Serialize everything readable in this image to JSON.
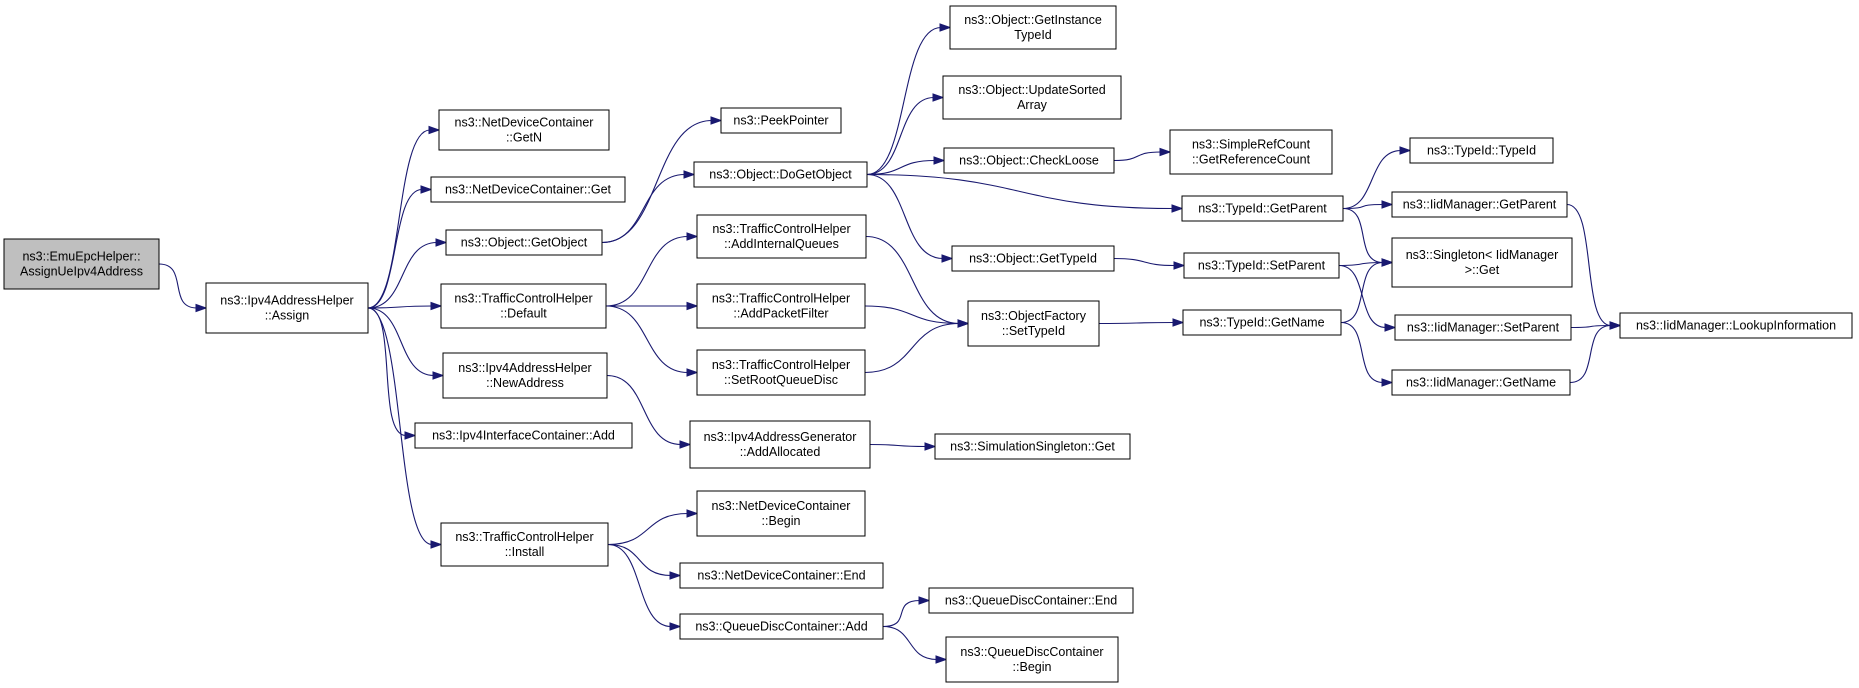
{
  "graph": {
    "colors": {
      "edge": "#191970",
      "node_fill": "#ffffff",
      "root_fill": "#bfbfbf",
      "border": "#000000"
    },
    "nodes": [
      {
        "id": "n0",
        "lines": [
          "ns3::EmuEpcHelper::",
          "AssignUeIpv4Address"
        ],
        "root": true
      },
      {
        "id": "n1",
        "lines": [
          "ns3::Ipv4AddressHelper",
          "::Assign"
        ]
      },
      {
        "id": "n2",
        "lines": [
          "ns3::NetDeviceContainer",
          "::GetN"
        ]
      },
      {
        "id": "n3",
        "lines": [
          "ns3::NetDeviceContainer::Get"
        ]
      },
      {
        "id": "n4",
        "lines": [
          "ns3::Object::GetObject"
        ]
      },
      {
        "id": "n5",
        "lines": [
          "ns3::TrafficControlHelper",
          "::Default"
        ]
      },
      {
        "id": "n6",
        "lines": [
          "ns3::Ipv4AddressHelper",
          "::NewAddress"
        ]
      },
      {
        "id": "n7",
        "lines": [
          "ns3::Ipv4InterfaceContainer::Add"
        ]
      },
      {
        "id": "n8",
        "lines": [
          "ns3::TrafficControlHelper",
          "::Install"
        ]
      },
      {
        "id": "n9",
        "lines": [
          "ns3::PeekPointer"
        ]
      },
      {
        "id": "n10",
        "lines": [
          "ns3::Object::DoGetObject"
        ]
      },
      {
        "id": "n11",
        "lines": [
          "ns3::TrafficControlHelper",
          "::AddInternalQueues"
        ]
      },
      {
        "id": "n12",
        "lines": [
          "ns3::TrafficControlHelper",
          "::AddPacketFilter"
        ]
      },
      {
        "id": "n13",
        "lines": [
          "ns3::TrafficControlHelper",
          "::SetRootQueueDisc"
        ]
      },
      {
        "id": "n14",
        "lines": [
          "ns3::Ipv4AddressGenerator",
          "::AddAllocated"
        ]
      },
      {
        "id": "n15",
        "lines": [
          "ns3::NetDeviceContainer",
          "::Begin"
        ]
      },
      {
        "id": "n16",
        "lines": [
          "ns3::NetDeviceContainer::End"
        ]
      },
      {
        "id": "n17",
        "lines": [
          "ns3::QueueDiscContainer::Add"
        ]
      },
      {
        "id": "n18",
        "lines": [
          "ns3::Object::GetInstance",
          "TypeId"
        ]
      },
      {
        "id": "n19",
        "lines": [
          "ns3::Object::UpdateSorted",
          "Array"
        ]
      },
      {
        "id": "n20",
        "lines": [
          "ns3::Object::CheckLoose"
        ]
      },
      {
        "id": "n21",
        "lines": [
          "ns3::Object::GetTypeId"
        ]
      },
      {
        "id": "n22",
        "lines": [
          "ns3::ObjectFactory",
          "::SetTypeId"
        ]
      },
      {
        "id": "n23",
        "lines": [
          "ns3::SimulationSingleton::Get"
        ]
      },
      {
        "id": "n24",
        "lines": [
          "ns3::QueueDiscContainer::End"
        ]
      },
      {
        "id": "n25",
        "lines": [
          "ns3::QueueDiscContainer",
          "::Begin"
        ]
      },
      {
        "id": "n26",
        "lines": [
          "ns3::SimpleRefCount",
          "::GetReferenceCount"
        ]
      },
      {
        "id": "n27",
        "lines": [
          "ns3::TypeId::GetParent"
        ]
      },
      {
        "id": "n28",
        "lines": [
          "ns3::TypeId::SetParent"
        ]
      },
      {
        "id": "n29",
        "lines": [
          "ns3::TypeId::GetName"
        ]
      },
      {
        "id": "n30",
        "lines": [
          "ns3::TypeId::TypeId"
        ]
      },
      {
        "id": "n31",
        "lines": [
          "ns3::IidManager::GetParent"
        ]
      },
      {
        "id": "n32",
        "lines": [
          "ns3::Singleton< IidManager",
          " >::Get"
        ]
      },
      {
        "id": "n33",
        "lines": [
          "ns3::IidManager::SetParent"
        ]
      },
      {
        "id": "n34",
        "lines": [
          "ns3::IidManager::GetName"
        ]
      },
      {
        "id": "n35",
        "lines": [
          "ns3::IidManager::LookupInformation"
        ]
      }
    ]
  }
}
